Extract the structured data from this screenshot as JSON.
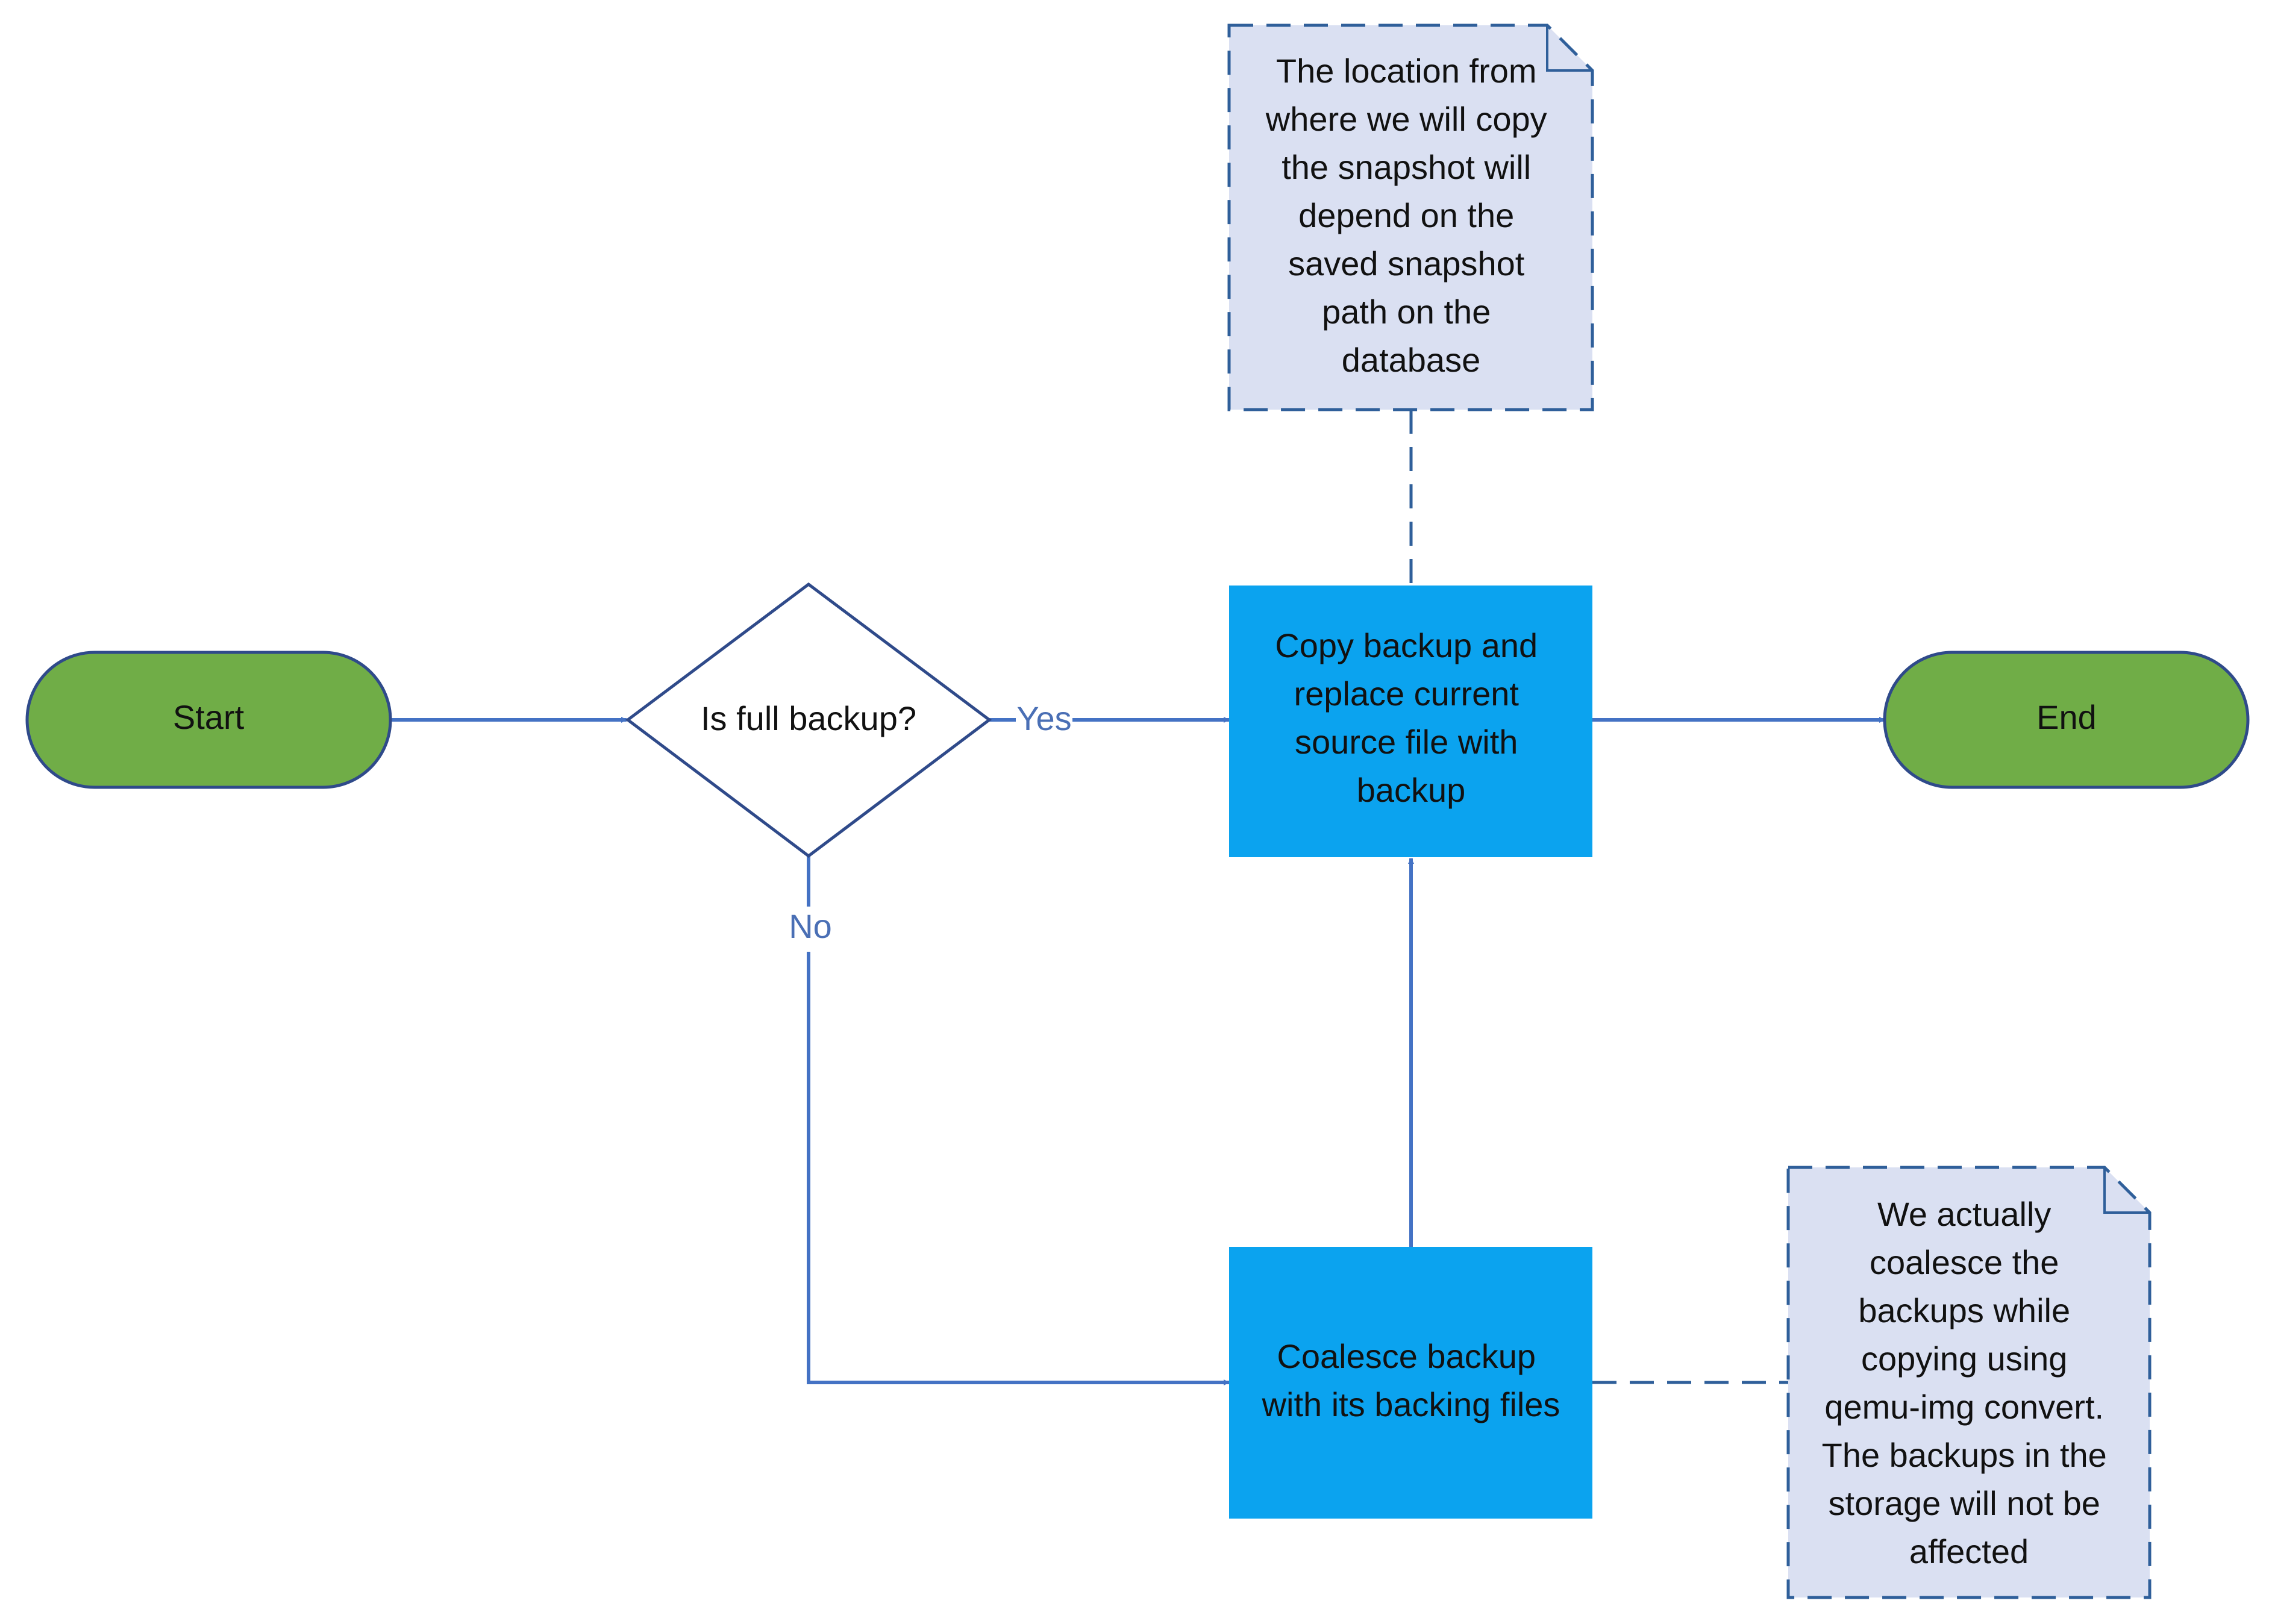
{
  "nodes": {
    "start": {
      "label": "Start"
    },
    "decision": {
      "label": "Is full backup?"
    },
    "copy_process": {
      "lines": [
        "Copy backup and",
        "replace current",
        "source file with",
        "backup"
      ]
    },
    "coalesce_process": {
      "lines": [
        "Coalesce backup",
        "with its backing files"
      ]
    },
    "end": {
      "label": "End"
    }
  },
  "notes": {
    "location_note": {
      "lines": [
        "The location from",
        "where we will copy",
        "the snapshot will",
        "depend on the",
        "saved snapshot",
        "path on the",
        "database"
      ]
    },
    "coalesce_note": {
      "lines": [
        "We actually",
        "coalesce the",
        "backups while",
        "copying using",
        "qemu-img convert.",
        "The backups in the",
        "storage will not be",
        "affected"
      ]
    }
  },
  "edges": {
    "yes_label": "Yes",
    "no_label": "No"
  },
  "colors": {
    "terminal_fill": "#70ad47",
    "process_fill": "#0ba3ef",
    "note_fill": "#dae0f2",
    "stroke": "#2f4a8a",
    "connector": "#4472c4"
  }
}
